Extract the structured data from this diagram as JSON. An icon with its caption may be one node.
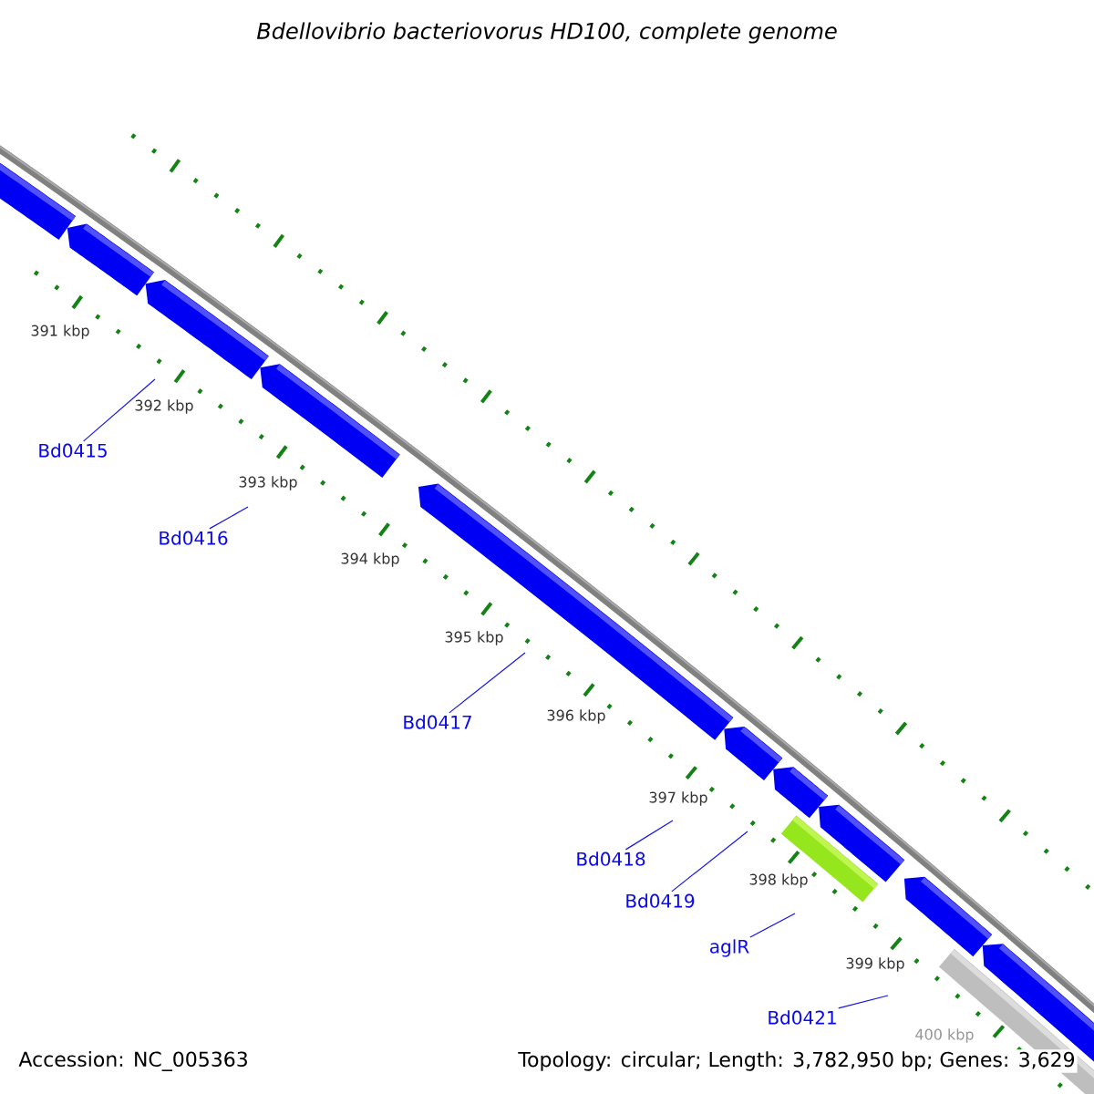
{
  "diagram": {
    "title": "Bdellovibrio bacteriovorus HD100, complete genome",
    "nodes": [
      {
        "text": [
          "Bd0415"
        ]
      },
      {
        "text": [
          "Bd0416"
        ]
      },
      {
        "text": [
          "Bd0417"
        ]
      },
      {
        "text": [
          "Bd0418"
        ]
      },
      {
        "text": [
          "Bd0419"
        ]
      },
      {
        "text": [
          "aglR"
        ]
      },
      {
        "text": [
          "Bd0421"
        ]
      }
    ],
    "edges": [
      {
        "from": 0,
        "to": null,
        "arrow": "none"
      },
      {
        "from": 1,
        "to": null,
        "arrow": "none"
      },
      {
        "from": 2,
        "to": null,
        "arrow": "none"
      },
      {
        "from": 3,
        "to": null,
        "arrow": "none"
      },
      {
        "from": 4,
        "to": null,
        "arrow": "none"
      },
      {
        "from": 5,
        "to": null,
        "arrow": "none"
      },
      {
        "from": 6,
        "to": null,
        "arrow": "none"
      }
    ],
    "labels": [
      "391 kbp",
      "392 kbp",
      "393 kbp",
      "394 kbp",
      "395 kbp",
      "396 kbp",
      "397 kbp",
      "398 kbp",
      "399 kbp",
      "400 kbp",
      "Accession: NC_005363",
      "Topology: circular; Length: 3,782,950 bp; Genes: 3,629"
    ]
  }
}
